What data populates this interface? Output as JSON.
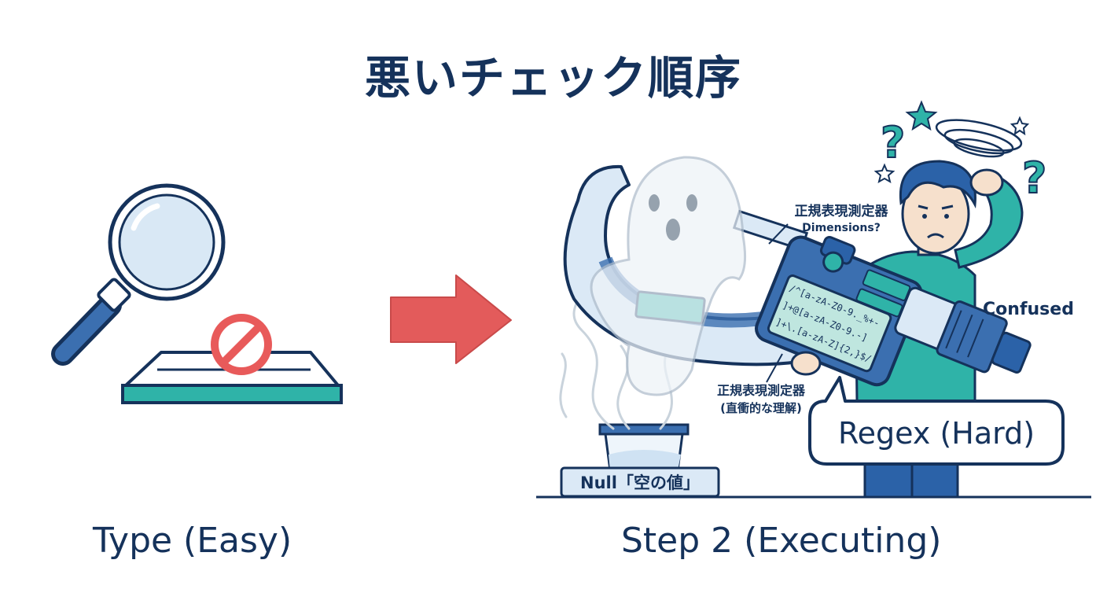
{
  "title": "悪いチェック順序",
  "left_caption": "Type (Easy)",
  "right_caption": "Step 2 (Executing)",
  "labels": {
    "gauge_top_1": "正規表現測定器",
    "gauge_top_2": "Dimensions?",
    "gauge_bottom_1": "正規表現測定器",
    "gauge_bottom_2": "(直衝的な理解)",
    "confused": "Confused",
    "regex_bubble": "Regex (Hard)",
    "null_label": "Null「空の値」"
  },
  "regex_lines": [
    "/^[a-zA-Z0-9._%+-",
    "]+@[a-zA-Z0-9.-]",
    "]+\\.[a-zA-Z]{2,}$/"
  ],
  "colors": {
    "navy": "#15325b",
    "blue": "#3b6fb0",
    "light_blue": "#dbe9f6",
    "teal": "#2fb3a8",
    "red_arrow": "#e35b5b",
    "prohibit_red": "#e85a5a"
  },
  "icons": [
    "magnifier-icon",
    "prohibited-icon",
    "arrow-right-icon",
    "ghost-icon",
    "star-icon",
    "question-mark-icon"
  ]
}
